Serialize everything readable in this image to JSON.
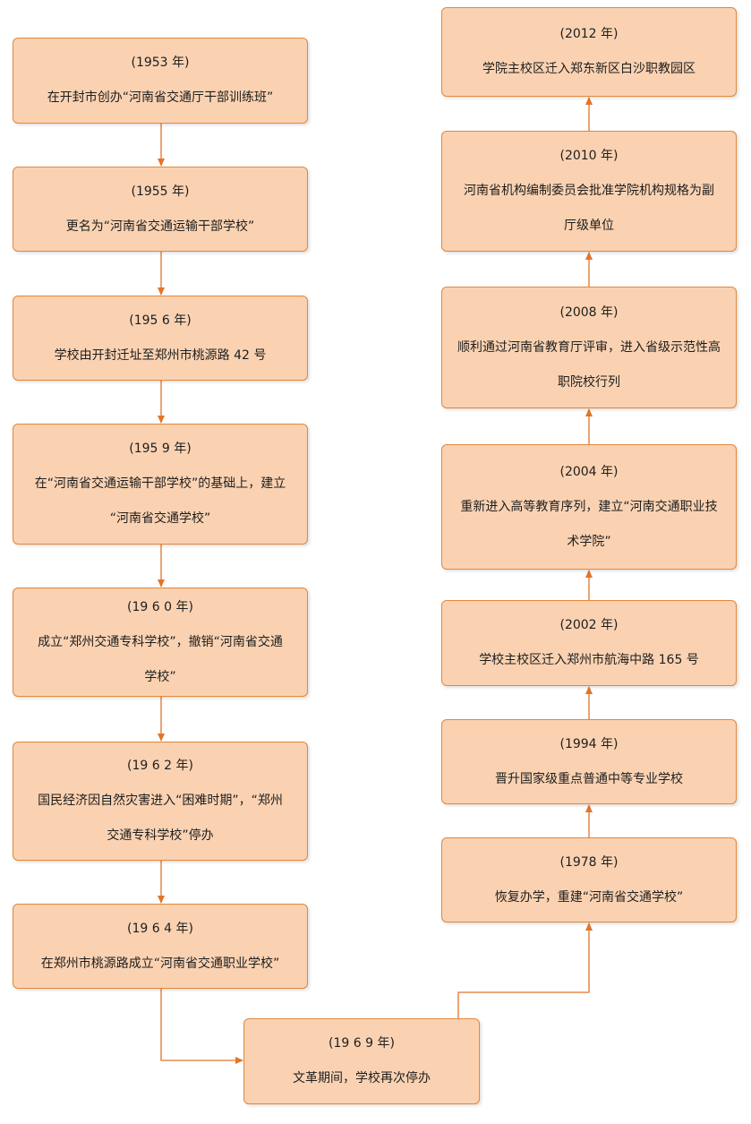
{
  "flowchart": {
    "nodes": [
      {
        "id": "n1953",
        "year": "(1953 年)",
        "text": "在开封市创办“河南省交通厅干部训练班”"
      },
      {
        "id": "n1955",
        "year": "(1955 年)",
        "text": "更名为“河南省交通运输干部学校”"
      },
      {
        "id": "n1956",
        "year": "(195 6 年)",
        "text": "学校由开封迁址至郑州市桃源路 42 号"
      },
      {
        "id": "n1959",
        "year": "(195 9 年)",
        "text": "在“河南省交通运输干部学校”的基础上，建立\n“河南省交通学校”"
      },
      {
        "id": "n1960",
        "year": "(19 6 0 年)",
        "text": "成立“郑州交通专科学校”，撤销“河南省交通\n学校”"
      },
      {
        "id": "n1962",
        "year": "(19 6 2 年)",
        "text": "国民经济因自然灾害进入“困难时期”，“郑州\n交通专科学校”停办"
      },
      {
        "id": "n1964",
        "year": "(19 6 4 年)",
        "text": "在郑州市桃源路成立“河南省交通职业学校”"
      },
      {
        "id": "n1969",
        "year": "(19 6 9 年)",
        "text": "文革期间，学校再次停办"
      },
      {
        "id": "n1978",
        "year": "(1978 年)",
        "text": "恢复办学，重建“河南省交通学校”"
      },
      {
        "id": "n1994",
        "year": "(1994 年)",
        "text": "晋升国家级重点普通中等专业学校"
      },
      {
        "id": "n2002",
        "year": "(2002 年)",
        "text": "学校主校区迁入郑州市航海中路 165 号"
      },
      {
        "id": "n2004",
        "year": "(2004 年)",
        "text": "重新进入高等教育序列，建立“河南交通职业技\n术学院”"
      },
      {
        "id": "n2008",
        "year": "(2008 年)",
        "text": "顺利通过河南省教育厅评审，进入省级示范性高\n职院校行列"
      },
      {
        "id": "n2010",
        "year": "(2010 年)",
        "text": "河南省机构编制委员会批准学院机构规格为副\n厅级单位"
      },
      {
        "id": "n2012",
        "year": "(2012 年)",
        "text": "学院主校区迁入郑东新区白沙职教园区"
      }
    ],
    "edges": [
      [
        "n1953",
        "n1955"
      ],
      [
        "n1955",
        "n1956"
      ],
      [
        "n1956",
        "n1959"
      ],
      [
        "n1959",
        "n1960"
      ],
      [
        "n1960",
        "n1962"
      ],
      [
        "n1962",
        "n1964"
      ],
      [
        "n1964",
        "n1969"
      ],
      [
        "n1969",
        "n1978"
      ],
      [
        "n1978",
        "n1994"
      ],
      [
        "n1994",
        "n2002"
      ],
      [
        "n2002",
        "n2004"
      ],
      [
        "n2004",
        "n2008"
      ],
      [
        "n2008",
        "n2010"
      ],
      [
        "n2010",
        "n2012"
      ]
    ],
    "colors": {
      "box_fill": "#fad2b2",
      "box_border": "#e2873a",
      "arrow": "#e2742a",
      "text": "#1e1e1e"
    }
  }
}
